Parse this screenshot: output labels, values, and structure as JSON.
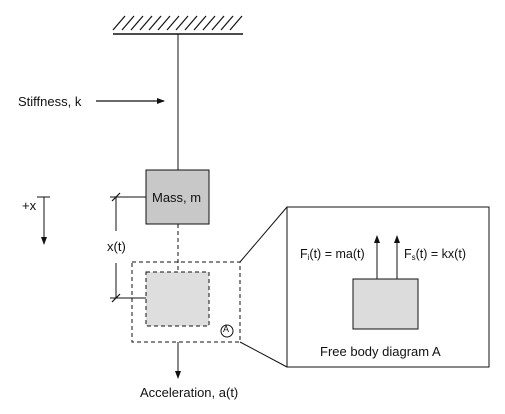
{
  "labels": {
    "stiffness": "Stiffness, k",
    "mass": "Mass, m",
    "positive_x": "+x",
    "displacement": "x(t)",
    "acceleration": "Acceleration, a(t)",
    "marker": "A",
    "fbd_caption": "Free body diagram A",
    "force_inertial": {
      "prefix": "F",
      "sub": "i",
      "suffix": "(t) = ma(t)"
    },
    "force_spring": {
      "prefix": "F",
      "sub": "s",
      "suffix": "(t) = kx(t)"
    }
  },
  "colors": {
    "line": "#111111",
    "mass_fill": "#c8c8c8",
    "ghost_fill": "#dedede",
    "fbd_mass_fill": "#dcdcdc"
  }
}
